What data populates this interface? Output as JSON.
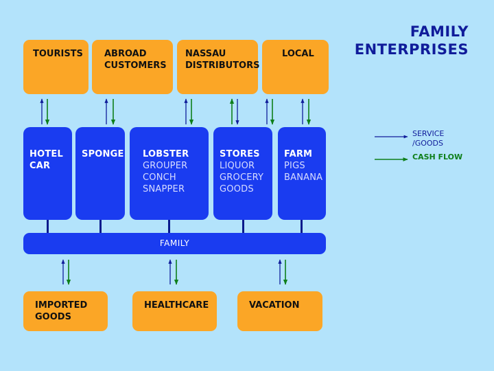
{
  "title": [
    "FAMILY",
    "ENTERPRISES"
  ],
  "top_boxes": [
    {
      "lines": [
        "TOURISTS"
      ]
    },
    {
      "lines": [
        "ABROAD",
        "CUSTOMERS"
      ]
    },
    {
      "lines": [
        "NASSAU",
        "DISTRIBUTORS"
      ]
    },
    {
      "lines": [
        "LOCAL"
      ]
    }
  ],
  "middle_boxes": [
    {
      "lines": [
        "HOTEL",
        "CAR"
      ]
    },
    {
      "lines": [
        "SPONGE"
      ]
    },
    {
      "lines": [
        "LOBSTER",
        "GROUPER",
        "CONCH",
        "SNAPPER"
      ]
    },
    {
      "lines": [
        "STORES",
        "LIQUOR",
        "GROCERY",
        "GOODS"
      ]
    },
    {
      "lines": [
        "FARM",
        "PIGS",
        "BANANA"
      ]
    }
  ],
  "family_bar": "FAMILY",
  "bottom_boxes": [
    {
      "lines": [
        "IMPORTED",
        "GOODS"
      ]
    },
    {
      "lines": [
        "HEALTHCARE"
      ]
    },
    {
      "lines": [
        "VACATION"
      ]
    }
  ],
  "legend": {
    "service": [
      "SERVICE",
      "/GOODS"
    ],
    "cash": "CASH FLOW"
  },
  "colors": {
    "background": "#b3e3fb",
    "orange_box": "#fba626",
    "blue_box": "#1a3cf0",
    "service_arrow": "#101c9a",
    "cash_arrow": "#0e7f1a"
  }
}
